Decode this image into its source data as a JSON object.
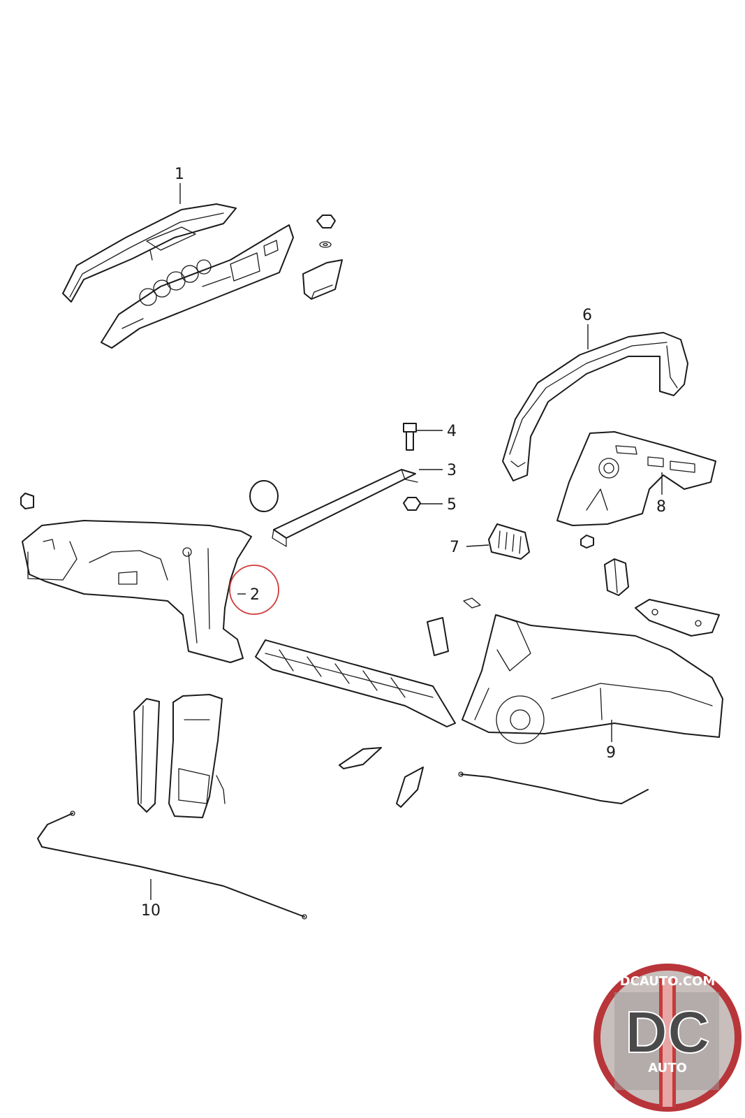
{
  "callouts": [
    {
      "id": "1",
      "label": "1"
    },
    {
      "id": "2",
      "label": "2"
    },
    {
      "id": "3",
      "label": "3"
    },
    {
      "id": "4",
      "label": "4"
    },
    {
      "id": "5",
      "label": "5"
    },
    {
      "id": "6",
      "label": "6"
    },
    {
      "id": "7",
      "label": "7"
    },
    {
      "id": "8",
      "label": "8"
    },
    {
      "id": "9",
      "label": "9"
    },
    {
      "id": "10",
      "label": "10"
    }
  ],
  "highlighted_callout": "2",
  "highlight_color": "#d23a3a",
  "logo": {
    "site": "DCAUTO.COM",
    "letters": "DC",
    "word": "AUTO",
    "colors": {
      "badge": "#b8353a",
      "letters": "#4a4a4a",
      "stripe": "#c73a3a"
    }
  }
}
